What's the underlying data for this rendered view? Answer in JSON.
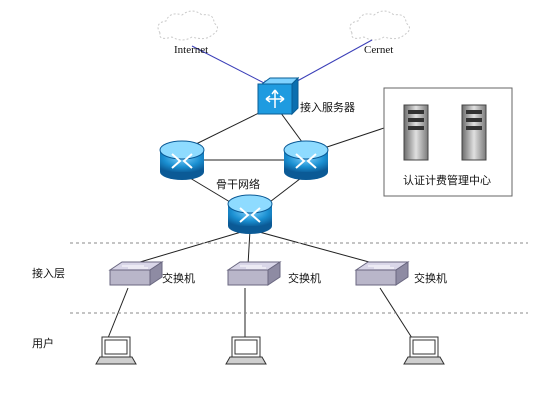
{
  "clouds": {
    "internet": "Internet",
    "cernet": "Cernet"
  },
  "nodes": {
    "access_server": "接入服务器",
    "backbone": "骨干网络",
    "auth_center": "认证计费管理中心",
    "switch": "交换机"
  },
  "layers": {
    "access": "接入层",
    "user": "用户"
  },
  "colors": {
    "router_blue": "#1a8fd1",
    "switch_gray": "#b9b6c9",
    "link": "#222222",
    "arrow": "#3b3fb8"
  }
}
